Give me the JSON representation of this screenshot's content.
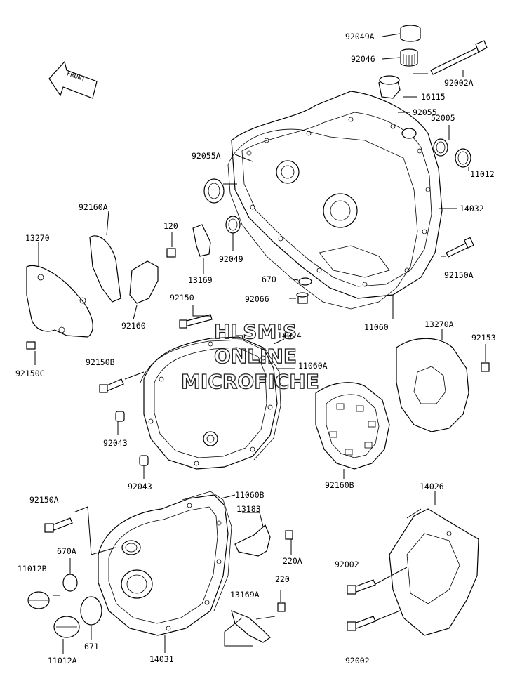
{
  "front_arrow": {
    "label": "FRONT"
  },
  "watermark": {
    "line1": "HLSM'S",
    "line2": "ONLINE",
    "line3": "MICROFICHE"
  },
  "part_labels": {
    "p92049A": "92049A",
    "p92046": "92046",
    "p92002A": "92002A",
    "p16115": "16115",
    "p92055": "92055",
    "p52005": "52005",
    "p92055A": "92055A",
    "p11012": "11012",
    "p14032": "14032",
    "p92160A": "92160A",
    "p13270": "13270",
    "p120": "120",
    "p92049": "92049",
    "p13169": "13169",
    "p670": "670",
    "p92150A_top": "92150A",
    "p92066": "92066",
    "p92150": "92150",
    "p92160": "92160",
    "p14024": "14024",
    "p11060": "11060",
    "p13270A": "13270A",
    "p92153": "92153",
    "p92150C": "92150C",
    "p92150B": "92150B",
    "p11060A": "11060A",
    "p92043_a": "92043",
    "p92043_b": "92043",
    "p92160B": "92160B",
    "p14026": "14026",
    "p92150A_bot": "92150A",
    "p11060B": "11060B",
    "p13183": "13183",
    "p670A": "670A",
    "p220A": "220A",
    "p11012B": "11012B",
    "p220": "220",
    "p92002_a": "92002",
    "p13169A": "13169A",
    "p671": "671",
    "p92002_b": "92002",
    "p11012A": "11012A",
    "p14031": "14031"
  }
}
